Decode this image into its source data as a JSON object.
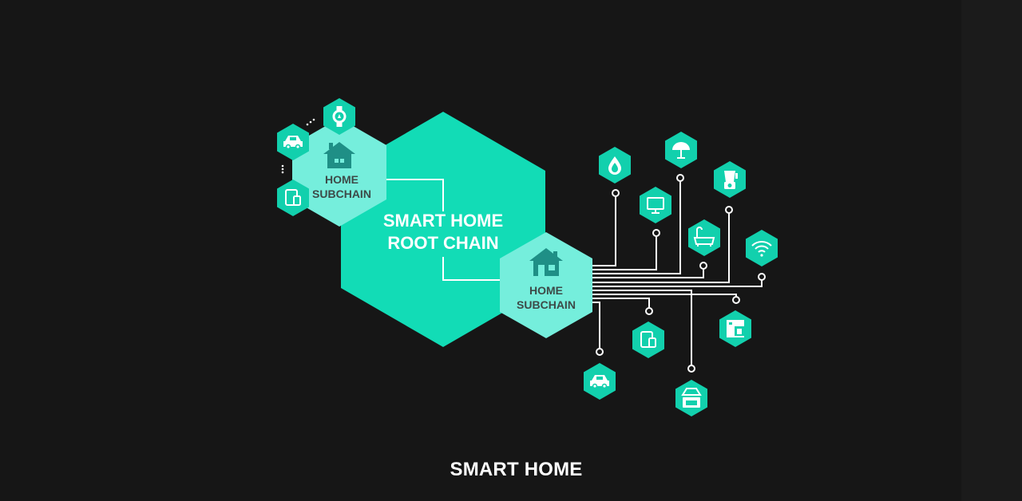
{
  "colors": {
    "background": "#161616",
    "root_hex": "#12dcb6",
    "subchain_hex": "#75eedc",
    "device_hex": "#12d0ad",
    "connector": "#ffffff",
    "label_light": "#ffffff",
    "label_dark": "#3d4a48"
  },
  "root_chain": {
    "line1": "SMART HOME",
    "line2": "ROOT CHAIN"
  },
  "subchain_left": {
    "line1": "HOME",
    "line2": "SUBCHAIN",
    "icon": "house-icon"
  },
  "subchain_right": {
    "line1": "HOME",
    "line2": "SUBCHAIN",
    "icon": "house-icon"
  },
  "left_devices": [
    "car-icon",
    "watch-icon",
    "tablet-icon"
  ],
  "right_devices": [
    "water-drop-icon",
    "umbrella-icon",
    "blender-icon",
    "monitor-icon",
    "bathtub-icon",
    "wifi-icon",
    "coffee-machine-icon",
    "tablet-icon",
    "car-icon",
    "stove-icon"
  ],
  "caption": "SMART HOME"
}
